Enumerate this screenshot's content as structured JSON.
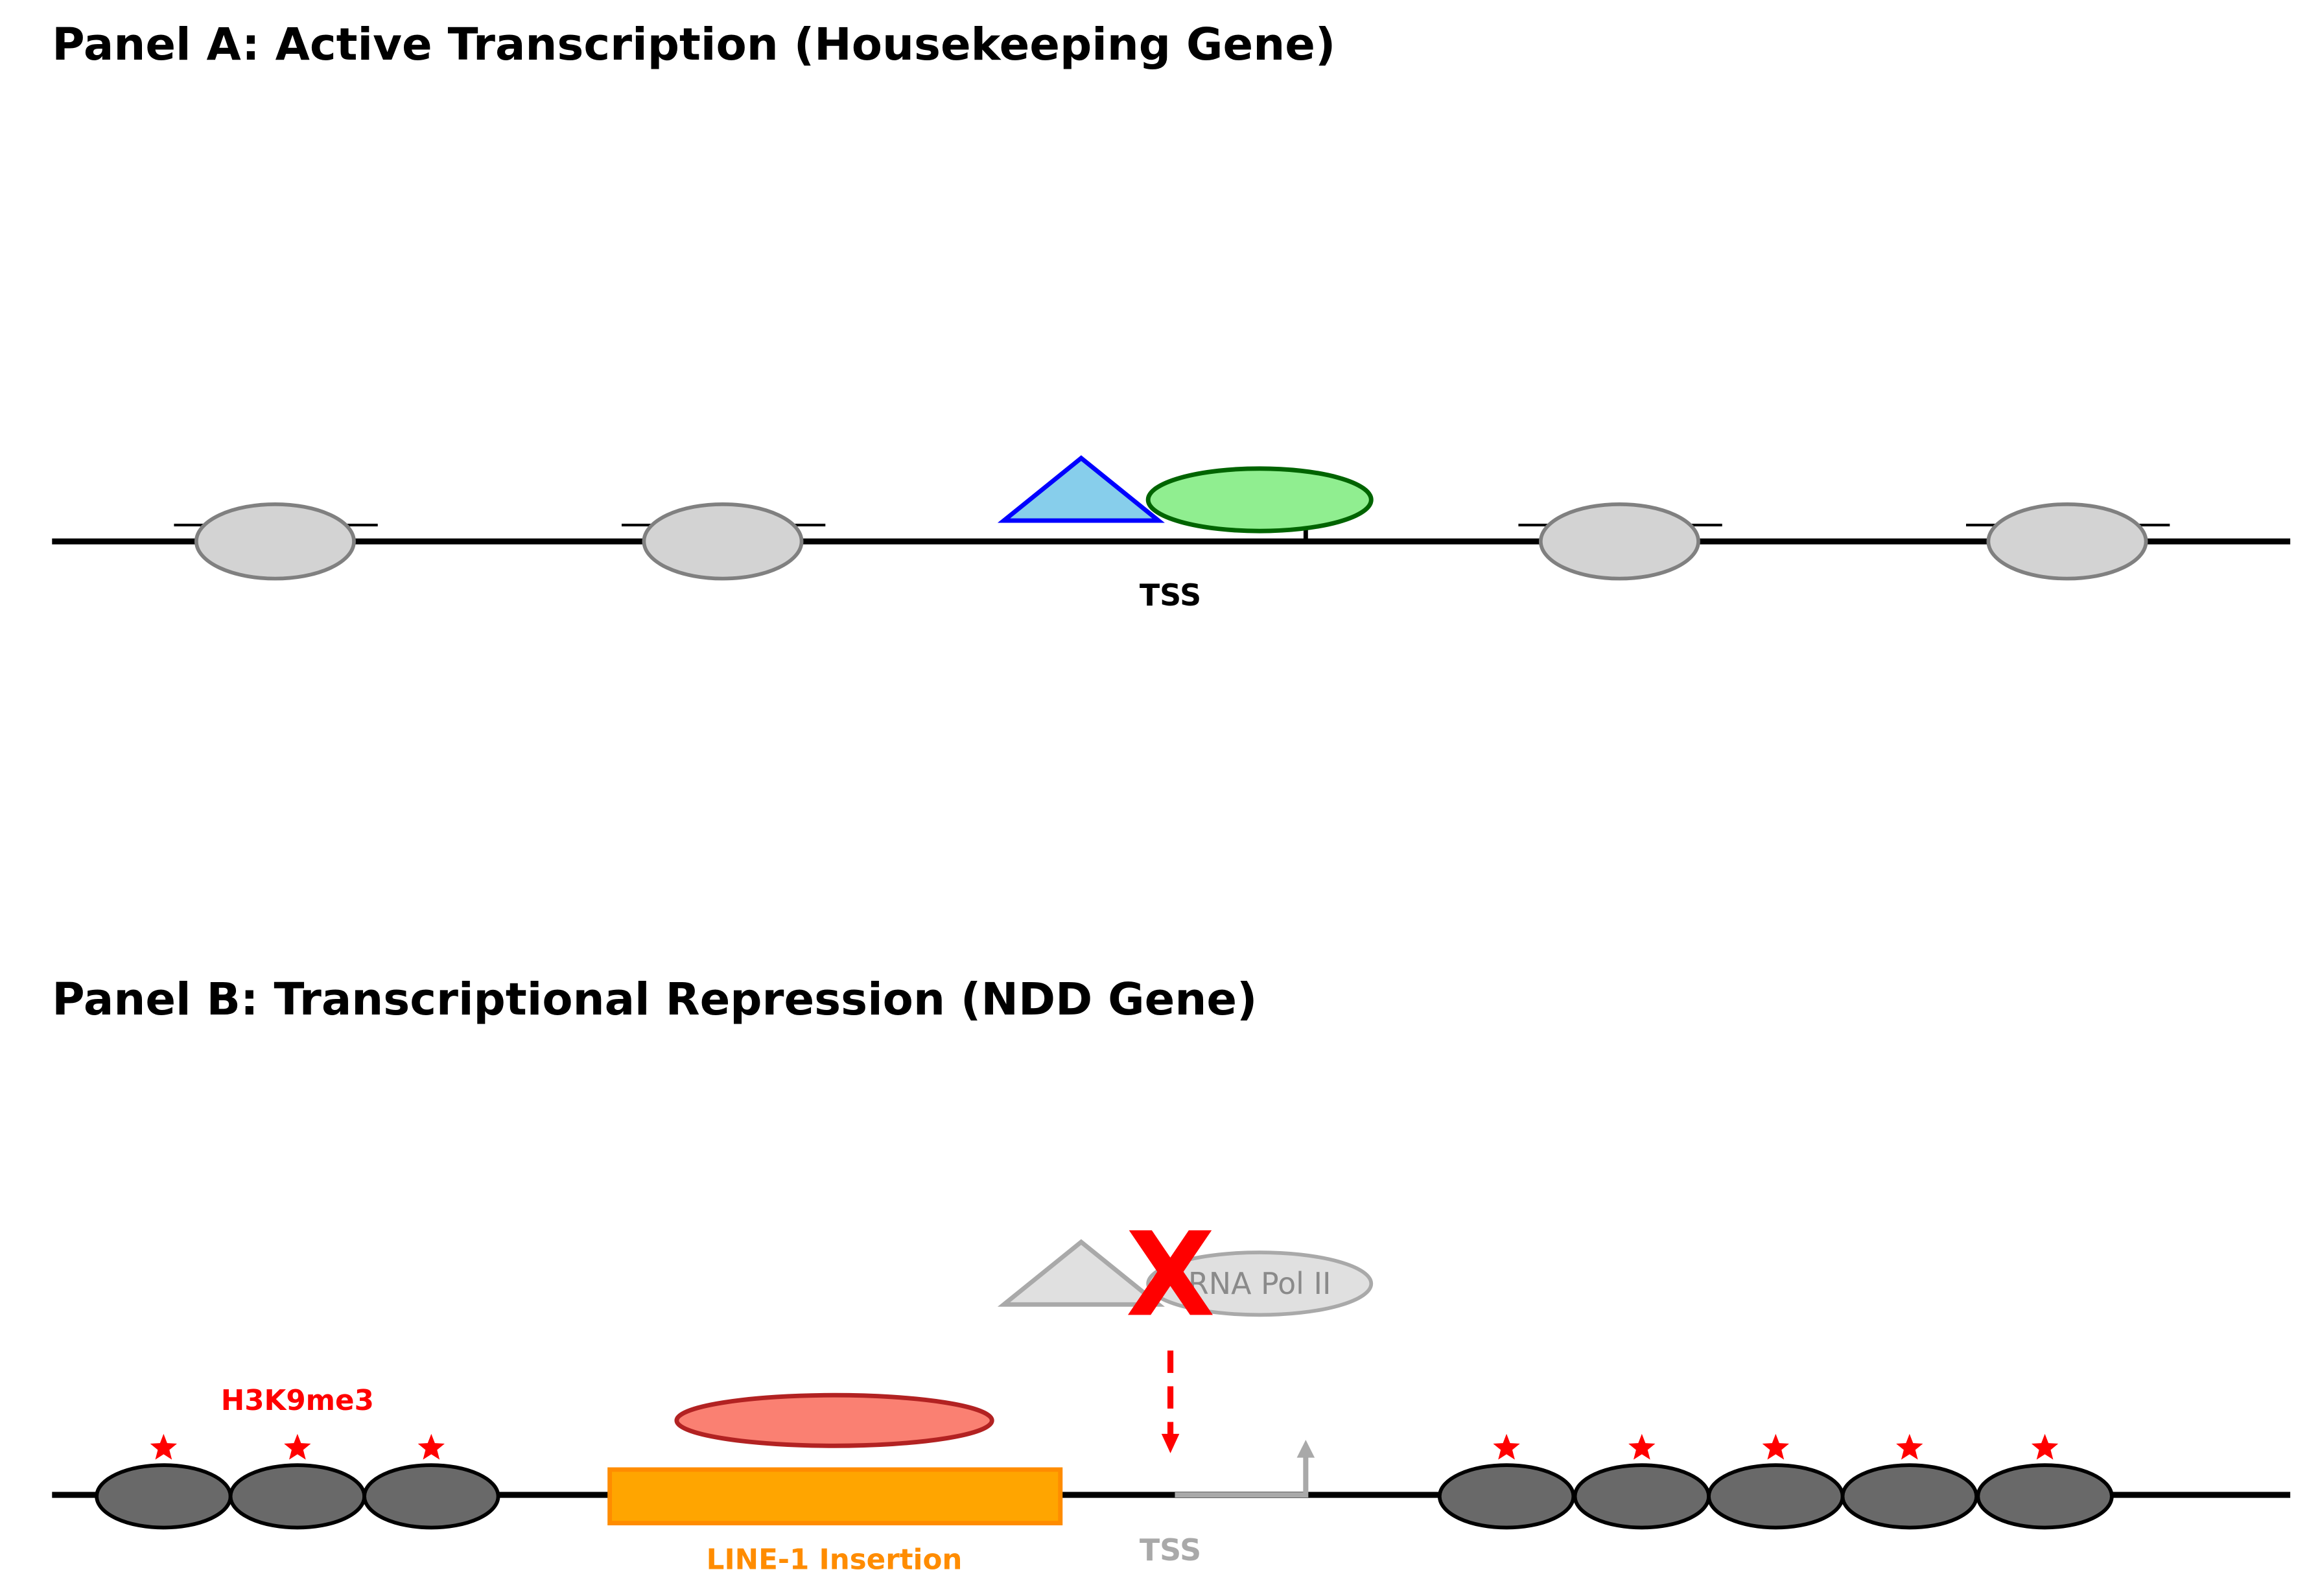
{
  "panel_a": {
    "title": "Panel A: Active Transcription (Housekeeping Gene)",
    "tss_label": "TSS"
  },
  "panel_b": {
    "title": "Panel B: Transcriptional Repression (NDD Gene)",
    "tss_label": "TSS",
    "h3k9me3_label": "H3K9me3",
    "line1_label": "LINE-1 Insertion",
    "rna_pol_label": "RNA Pol II",
    "blocked_mark": "X"
  },
  "colors": {
    "dna": "#000000",
    "nucleosome_open": "#d3d3d3",
    "nucleosome_open_stroke": "#808080",
    "nucleosome_closed": "#696969",
    "transcription_factor": "#87ceeb",
    "transcription_factor_stroke": "#0000ff",
    "rna_pol_active": "#90ee90",
    "rna_pol_active_stroke": "#006400",
    "faded_fill": "#e0e0e0",
    "faded_stroke": "#a9a9a9",
    "line1": "#ffa500",
    "line1_stroke": "#ff8c00",
    "krab_zfp": "#fa8072",
    "krab_zfp_stroke": "#b22222",
    "repression": "#ff0000"
  }
}
